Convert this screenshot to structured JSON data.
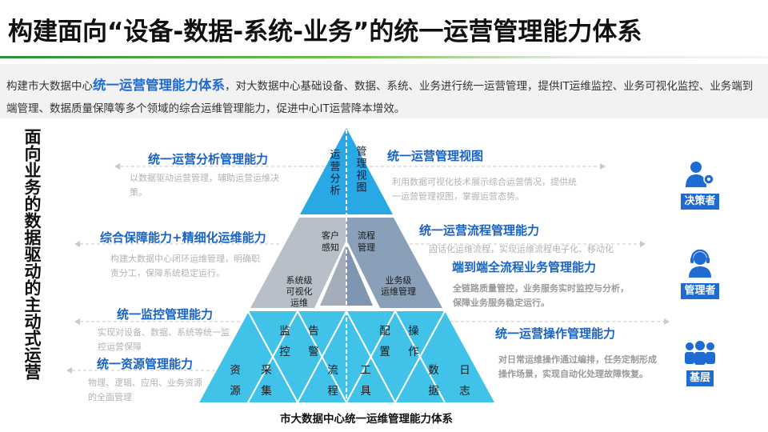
{
  "title": "构建面向“设备-数据-系统-业务”的统一运营管理能力体系",
  "intro": {
    "prefix": "构建市大数据中心",
    "highlight": "统一运营管理能力体系",
    "suffix": "，对大数据中心基础设备、数据、系统、业务进行统一运营管理，提供IT运维监控、业务可视化监控、业务端到端管理、数据质量保障等多个领域的综合运维管理能力，促进中心IT运营降本增效。"
  },
  "side_label": "面向业务的数据驱动的主动式运营",
  "pyramid": {
    "top": {
      "left": "运营分析",
      "right": "管理视图"
    },
    "middle": {
      "top_left": "客户感知",
      "top_right": "流程管理",
      "bottom_left": "系统级可视化运维",
      "bottom_right": "业务级运维管理"
    },
    "bottom": {
      "upper": [
        "监控",
        "告警",
        "配置",
        "操作"
      ],
      "lower": [
        "资源",
        "采集",
        "流程",
        "工具",
        "数据",
        "日志"
      ]
    }
  },
  "left_items": [
    {
      "title": "统一运营分析管理能力",
      "desc": "以数据驱动运营管理，辅助运营运维决策。"
    },
    {
      "title": "综合保障能力+精细化运维能力",
      "desc": "构建大数据中心闭环运维管理，明确职责分工，保障系统稳定运行。"
    },
    {
      "title": "统一监控管理能力",
      "desc": "实现对设备、数据、系统等统一监控运营保障"
    },
    {
      "title": "统一资源管理能力",
      "desc": "物理、逻辑、应用、业务资源的全面管理"
    }
  ],
  "right_items": [
    {
      "title": "统一运营管理视图",
      "desc": "利用数据可视化技术展示综合运营情况，提供统一运营管理视图，掌握运营态势。"
    },
    {
      "title": "统一运营流程管理能力",
      "desc": "固话化运维流程，实现运维流程电子化、移动化"
    },
    {
      "title": "端到端全流程业务管理能力",
      "desc": "全链路质量管控，业务服务实时监控与分析，保障业务服务稳定运行。"
    },
    {
      "title": "统一运营操作管理能力",
      "desc": "对日常运维操作通过编排，任务定制形成操作场景，实现自动化处理故障恢复。"
    }
  ],
  "roles": [
    "决策者",
    "管理者",
    "基层"
  ],
  "bottom_caption": "市大数据中心统一运维管理能力体系",
  "colors": {
    "accent": "#1f6bd1",
    "tier_top": "#29a8e6",
    "tier_mid": "#8a9fb8",
    "tier_bottom": "#41c2e8",
    "title_bar": "#2a8f3c"
  }
}
